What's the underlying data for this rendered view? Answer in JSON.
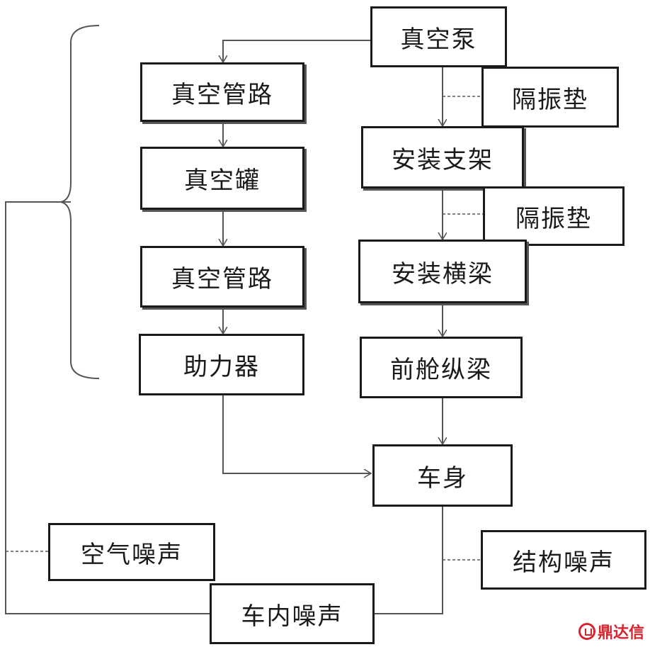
{
  "nodes": {
    "vacuum_pump": "真空泵",
    "vacuum_pipe_1": "真空管路",
    "vacuum_tank": "真空罐",
    "vacuum_pipe_2": "真空管路",
    "booster": "助力器",
    "isolator_1": "隔振垫",
    "mount_bracket": "安装支架",
    "isolator_2": "隔振垫",
    "mount_beam": "安装横梁",
    "front_rail": "前舱纵梁",
    "body": "车身",
    "airborne_noise": "空气噪声",
    "structural_noise": "结构噪声",
    "interior_noise": "车内噪声"
  },
  "watermark": {
    "text": "鼎达信",
    "color": "#d9232d"
  },
  "colors": {
    "line": "#555555",
    "border": "#1a1a1a"
  }
}
